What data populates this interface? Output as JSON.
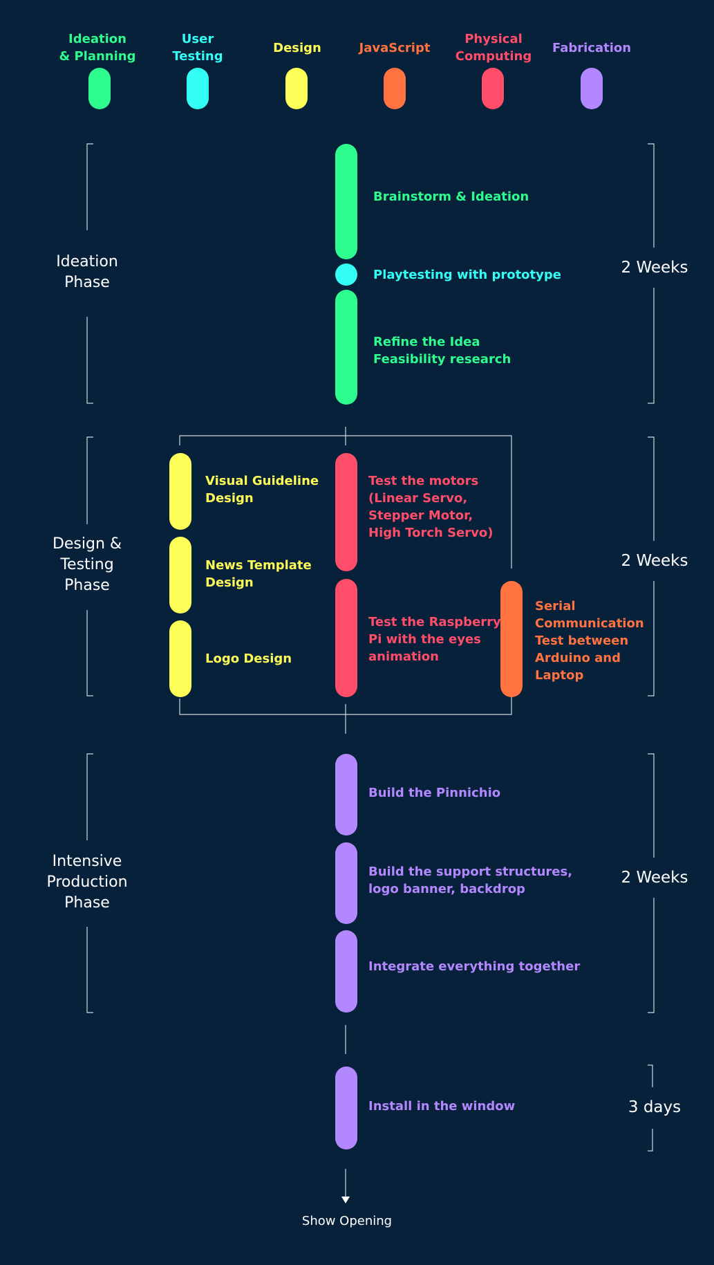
{
  "colors": {
    "background": "#08213a",
    "ideation_planning": "#2efc8f",
    "user_testing": "#33fff7",
    "design": "#fefe58",
    "javascript": "#ff7340",
    "physical_computing": "#ff4d6a",
    "fabrication": "#b388ff",
    "lines": "#cfd6dd"
  },
  "legend": [
    {
      "label": "Ideation\n& Planning"
    },
    {
      "label": "User\nTesting"
    },
    {
      "label": "Design"
    },
    {
      "label": "JavaScript"
    },
    {
      "label": "Physical\nComputing"
    },
    {
      "label": "Fabrication"
    }
  ],
  "phases": [
    {
      "name": "Ideation\nPhase",
      "duration": "2 Weeks"
    },
    {
      "name": "Design &\nTesting\nPhase",
      "duration": "2 Weeks"
    },
    {
      "name": "Intensive\nProduction\nPhase",
      "duration": "2 Weeks"
    },
    {
      "name": "",
      "duration": "3 days"
    }
  ],
  "tasks": {
    "brainstorm": "Brainstorm & Ideation",
    "playtesting": "Playtesting with prototype",
    "refine": "Refine the Idea\nFeasibility research",
    "visual_guideline": "Visual Guideline\nDesign",
    "news_template": "News Template\nDesign",
    "logo_design": "Logo Design",
    "test_motors": "Test the motors\n(Linear Servo,\nStepper Motor,\nHigh Torch Servo)",
    "test_raspberry": "Test the Raspberry\nPi with the eyes\nanimation",
    "serial_comm": "Serial\nCommunication\nTest between\nArduino and\nLaptop",
    "build_pinnichio": "Build the Pinnichio",
    "build_support": "Build the support structures,\nlogo banner, backdrop",
    "integrate": "Integrate everything together",
    "install": "Install in the window"
  },
  "end_label": "Show Opening"
}
